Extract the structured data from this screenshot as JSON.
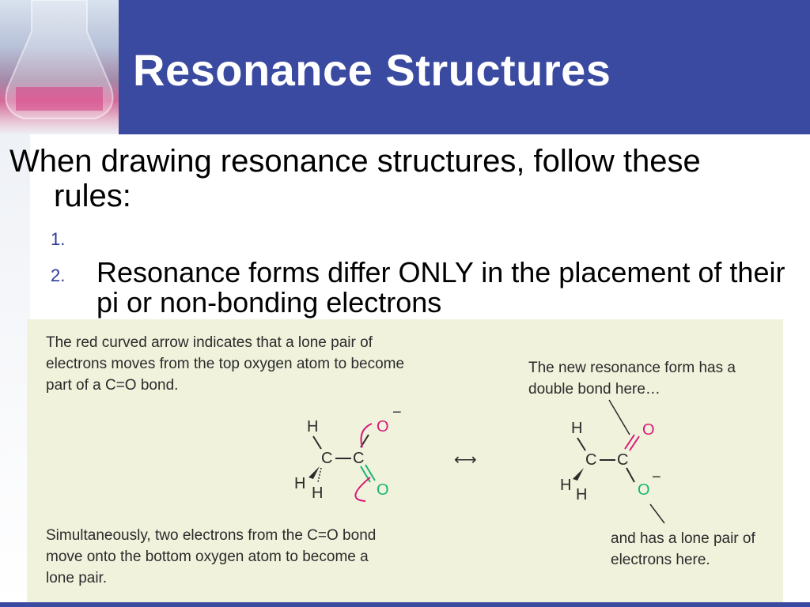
{
  "slide": {
    "title": "Resonance Structures",
    "intro_line1": "When drawing resonance structures, follow these",
    "intro_line2": "rules:",
    "rules": [
      {
        "number": "1.",
        "text": ""
      },
      {
        "number": "2.",
        "text": "Resonance forms differ ONLY in the placement of their pi or non-bonding electrons"
      }
    ]
  },
  "figure": {
    "caption_top_left": "The red curved arrow indicates that a lone pair of electrons moves from the top oxygen atom to become part of a C=O bond.",
    "caption_top_right": "The new resonance form has a double bond here…",
    "caption_bottom_left": "Simultaneously, two electrons from the C=O bond move onto the bottom oxygen atom to become a lone pair.",
    "caption_bottom_right": "and has a lone pair of electrons here.",
    "left_structure": {
      "h_top": "H",
      "c1": "C",
      "c2": "C",
      "h_left": "H",
      "h_bottom": "H",
      "o_top": "O",
      "o_bottom": "O",
      "charge": "−"
    },
    "right_structure": {
      "h_top": "H",
      "c1": "C",
      "c2": "C",
      "h_left": "H",
      "h_bottom": "H",
      "o_top": "O",
      "o_bottom": "O",
      "charge": "−"
    },
    "resonance_arrow": "⟷"
  },
  "colors": {
    "header": "#3a4aa0",
    "pink_oxygen": "#d81b78",
    "green_oxygen": "#18b573",
    "figure_bg": "#f0f2dc"
  }
}
